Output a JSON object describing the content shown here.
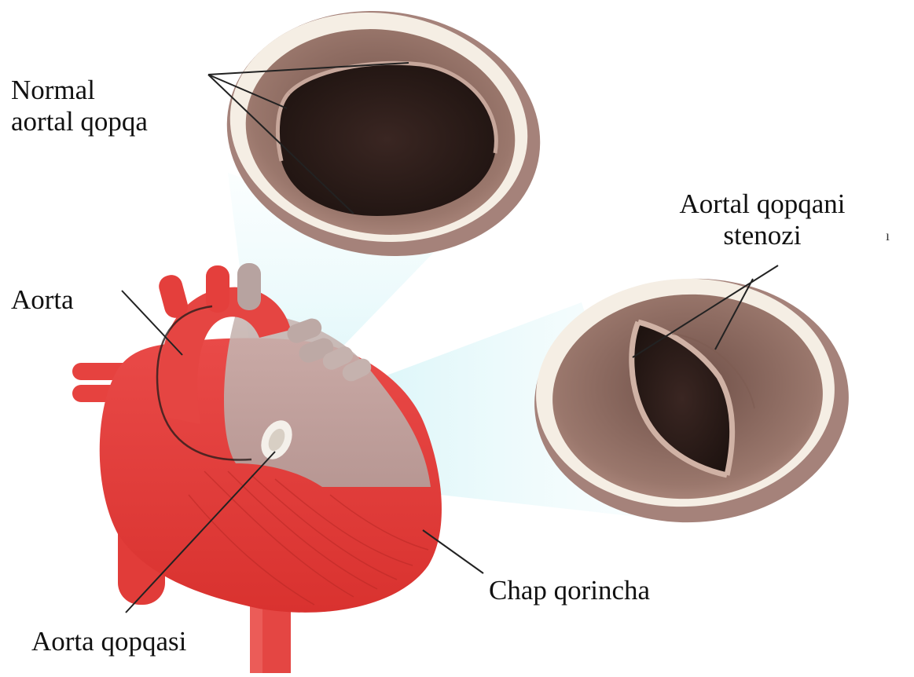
{
  "labels": {
    "normal_line1": "Normal",
    "normal_line2": "aortal qopqa",
    "stenosis_line1": "Aortal qopqani",
    "stenosis_line2": "stenozi",
    "aorta": "Aorta",
    "left_ventricle": "Chap qorincha",
    "aortic_valve": "Aorta qopqasi"
  },
  "colors": {
    "heart_red": "#e8413f",
    "heart_dark": "#c62f2c",
    "heart_grey": "#b8a7a3",
    "valve_rim": "#f4ecdf",
    "valve_tissue": "#8c6a60",
    "valve_lumen": "#2b1c18",
    "beam": "#bfeef3",
    "line": "#222222"
  }
}
